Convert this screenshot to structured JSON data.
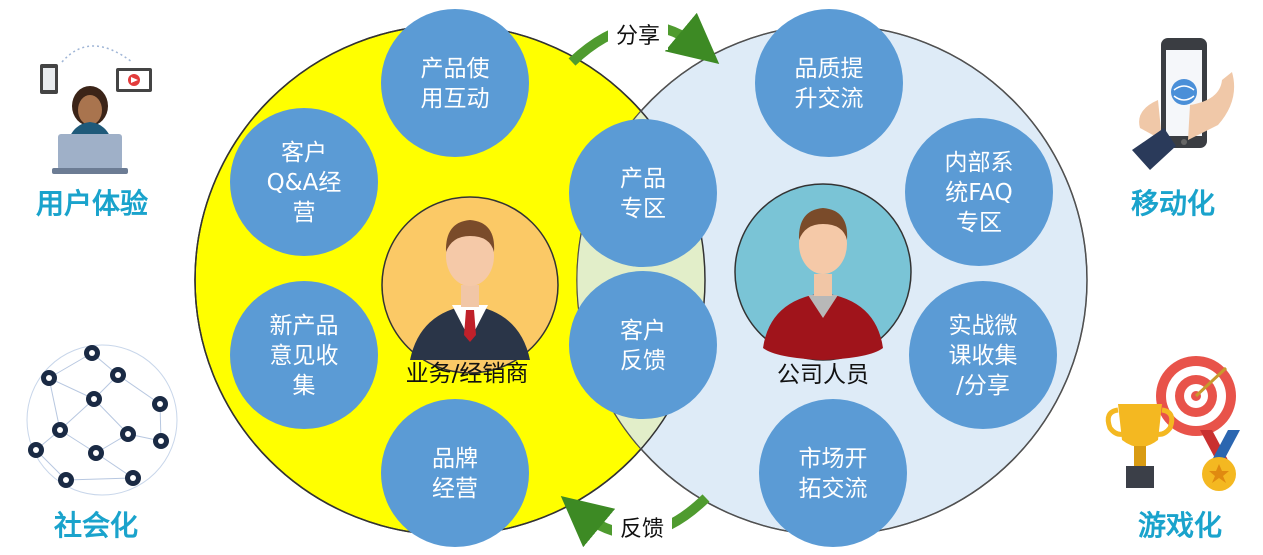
{
  "left_circle_items": [
    {
      "lines": [
        "产品使",
        "用互动"
      ]
    },
    {
      "lines": [
        "客户",
        "Q&A经",
        "营"
      ]
    },
    {
      "lines": [
        "新产品",
        "意见收",
        "集"
      ]
    },
    {
      "lines": [
        "品牌",
        "经营"
      ]
    }
  ],
  "center_items": [
    {
      "lines": [
        "产品",
        "专区"
      ]
    },
    {
      "lines": [
        "客户",
        "反馈"
      ]
    }
  ],
  "right_circle_items": [
    {
      "lines": [
        "品质提",
        "升交流"
      ]
    },
    {
      "lines": [
        "内部系",
        "统FAQ",
        "专区"
      ]
    },
    {
      "lines": [
        "实战微",
        "课收集",
        "/分享"
      ]
    },
    {
      "lines": [
        "市场开",
        "拓交流"
      ]
    }
  ],
  "left_person_label": "业务/经销商",
  "right_person_label": "公司人员",
  "top_arrow_label": "分享",
  "bottom_arrow_label": "反馈",
  "corners": {
    "top_left": "用户体验",
    "bottom_left": "社会化",
    "top_right": "移动化",
    "bottom_right": "游戏化"
  },
  "colors": {
    "left_circle": "#ffff00",
    "right_circle": "#deebf7",
    "overlap": "#e2eec9",
    "item_circle": "#5b9bd5",
    "arrow": "#4f9b2f",
    "corner_text": "#1aa3cc"
  }
}
